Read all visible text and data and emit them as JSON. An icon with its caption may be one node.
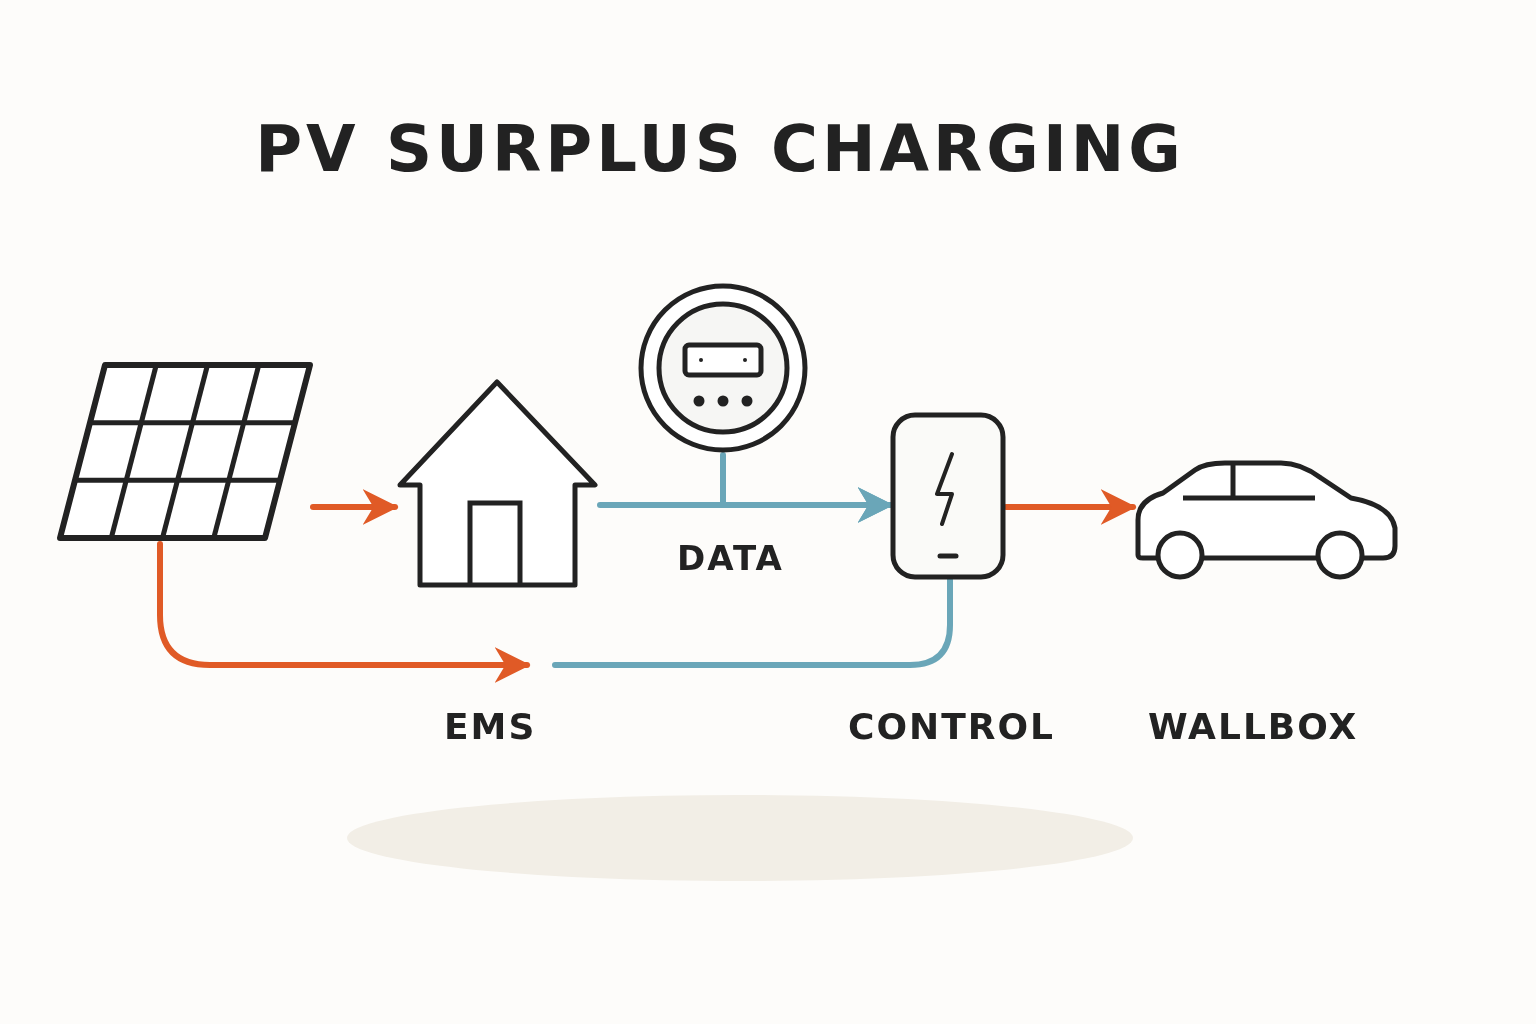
{
  "diagram": {
    "title": "PV SURPLUS CHARGING",
    "nodes": [
      {
        "text": [],
        "shape": "panel"
      },
      {
        "text": [],
        "shape": "house"
      },
      {
        "text": [],
        "shape": "meter"
      },
      {
        "text": [],
        "shape": "charger"
      },
      {
        "text": [],
        "shape": "car"
      }
    ],
    "edges": [
      {
        "from": 0,
        "to": 1,
        "arrow": "to",
        "color": "#e05a26"
      },
      {
        "from": 1,
        "to": 3,
        "arrow": "to",
        "label": "DATA",
        "color": "#6aa6b8"
      },
      {
        "from": 2,
        "to": 3,
        "arrow": "to",
        "color": "#6aa6b8"
      },
      {
        "from": 3,
        "to": 4,
        "arrow": "to",
        "color": "#e05a26"
      },
      {
        "from": 0,
        "to": null,
        "arrow": "to",
        "color": "#e05a26"
      },
      {
        "from": null,
        "to": 3,
        "arrow": "none",
        "color": "#6aa6b8"
      }
    ],
    "labels": [
      "EMS",
      "CONTROL",
      "WALLBOX"
    ]
  }
}
